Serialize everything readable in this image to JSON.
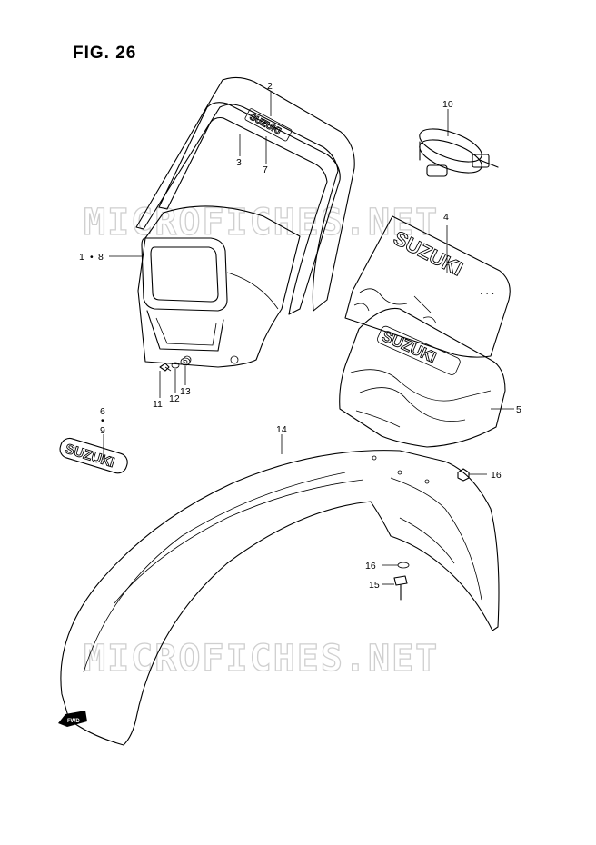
{
  "figure": {
    "title": "FIG. 26"
  },
  "watermark": {
    "text": "MICROFICHES.NET"
  },
  "logo_text": "SUZUKI",
  "fwd_label": "FWD",
  "callouts": {
    "c1": "1",
    "c1dot": "•",
    "c8": "8",
    "c2": "2",
    "c3": "3",
    "c4": "4",
    "c5": "5",
    "c6": "6",
    "c6dot": "•",
    "c9": "9",
    "c7": "7",
    "c10": "10",
    "c11": "11",
    "c12": "12",
    "c13": "13",
    "c14": "14",
    "c15": "15",
    "c16a": "16",
    "c16b": "16"
  },
  "colors": {
    "ink": "#000000",
    "watermark": "#cfcfcf",
    "background": "#ffffff"
  }
}
